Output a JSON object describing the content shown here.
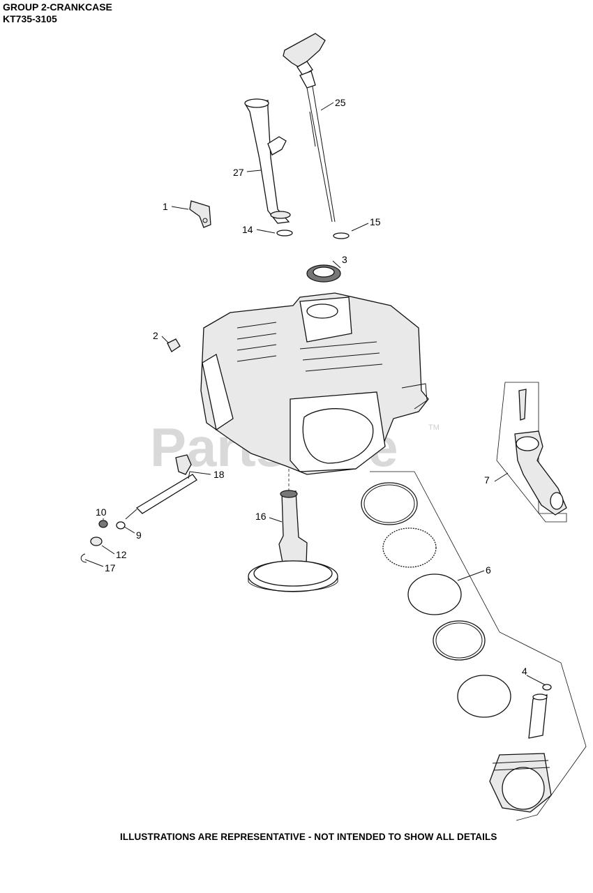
{
  "header": {
    "group": "GROUP 2-CRANKCASE",
    "model": "KT735-3105"
  },
  "footer": {
    "note": "ILLUSTRATIONS ARE REPRESENTATIVE - NOT INTENDED TO SHOW ALL DETAILS"
  },
  "watermark": {
    "text": "PartsTree",
    "tm": "TM"
  },
  "callouts": [
    "1",
    "2",
    "3",
    "4",
    "6",
    "7",
    "9",
    "10",
    "12",
    "14",
    "15",
    "16",
    "17",
    "18",
    "25",
    "27"
  ]
}
